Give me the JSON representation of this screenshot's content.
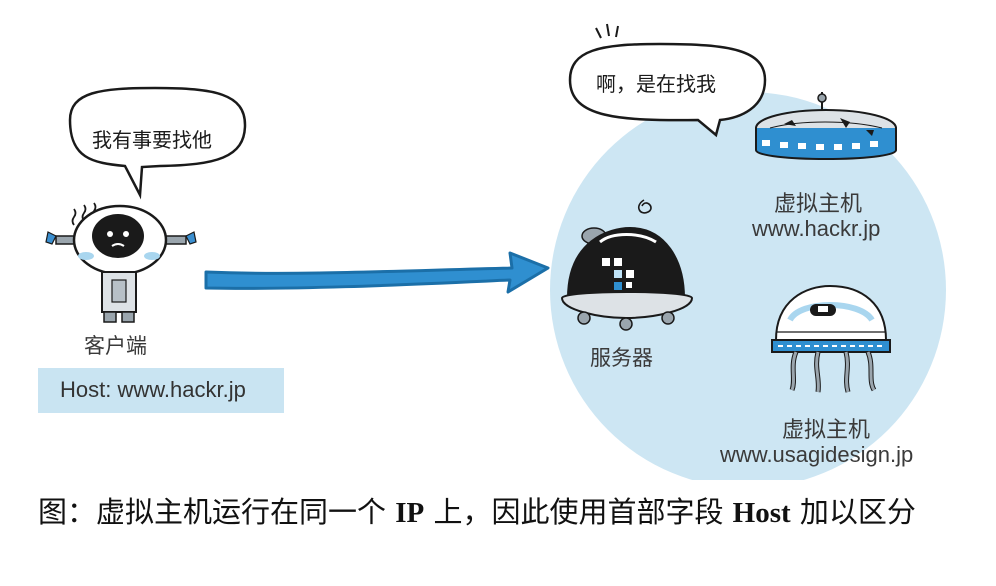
{
  "client": {
    "speech": "我有事要找他",
    "label": "客户端",
    "host_header": "Host: www.hackr.jp"
  },
  "server": {
    "speech": "啊，是在找我",
    "label": "服务器"
  },
  "virtual_hosts": [
    {
      "label": "虚拟主机",
      "domain": "www.hackr.jp"
    },
    {
      "label": "虚拟主机",
      "domain": "www.usagidesign.jp"
    }
  ],
  "caption": {
    "part1": "图：虚拟主机运行在同一个 ",
    "ip": "IP",
    "part2": " 上，因此使用首部字段 ",
    "host": "Host",
    "part3": " 加以区分"
  },
  "colors": {
    "circle": "#cde6f3",
    "arrow": "#2f8fd0",
    "arrow_dark": "#1b6fa8",
    "hostbox": "#c9e4f2",
    "ink": "#1a1a1a"
  }
}
